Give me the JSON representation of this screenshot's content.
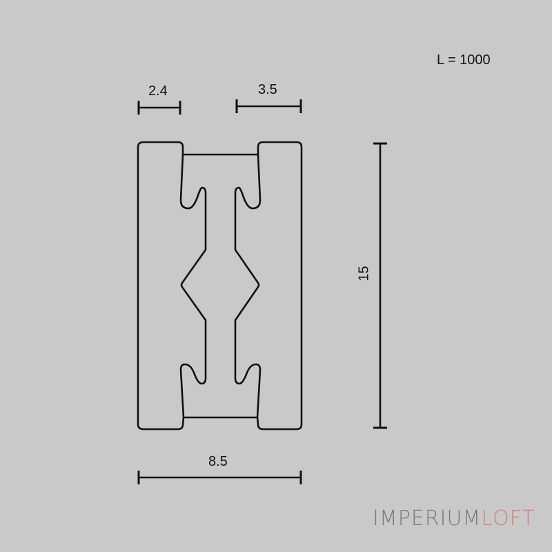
{
  "length_note": "L = 1000",
  "dimensions": {
    "top_left_width": "2.4",
    "top_right_width": "3.5",
    "total_width": "8.5",
    "height": "15"
  },
  "logo": {
    "part1": "IMPERIUM",
    "part2": "LOFT"
  },
  "colors": {
    "background": "#c9c9c9",
    "line": "#111111",
    "logo_gray": "#7a7a7a",
    "logo_accent": "#d47e78"
  }
}
